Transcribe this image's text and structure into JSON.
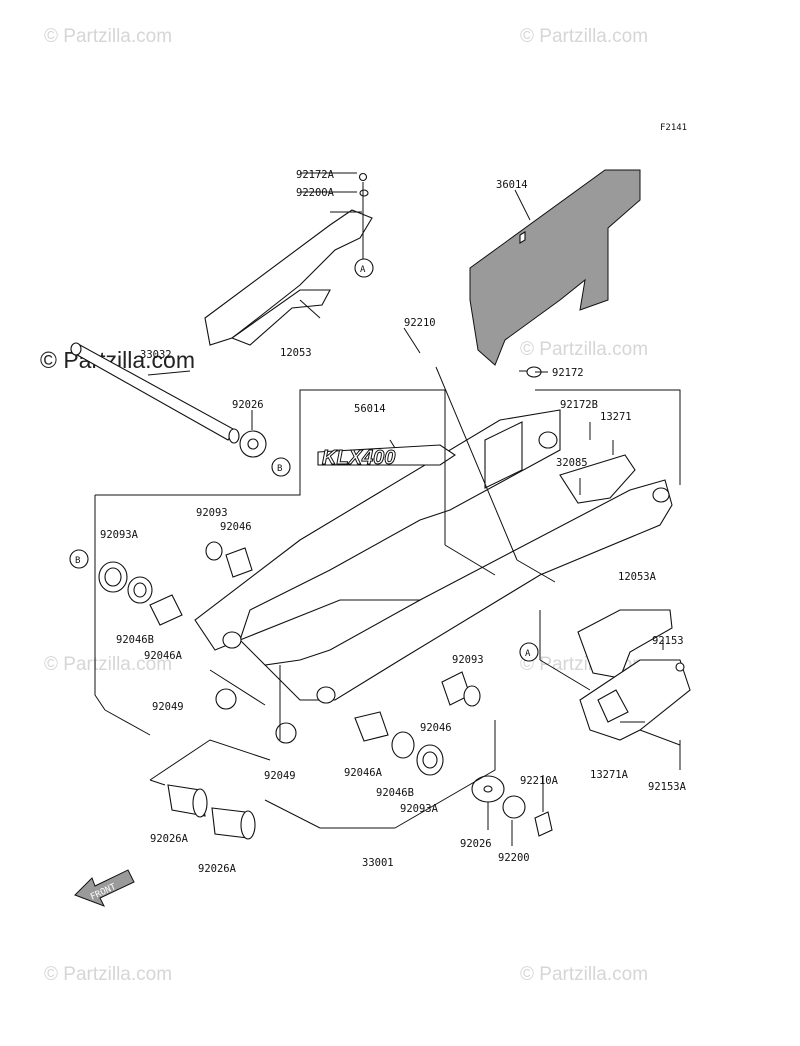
{
  "figure_code": "F2141",
  "watermarks": {
    "light": "© Partzilla.com",
    "dark": "© Partzilla.com"
  },
  "logo_text": "KLX400",
  "front_label": "FRONT",
  "callouts": {
    "a": "A",
    "b": "B"
  },
  "parts": {
    "p92172A": "92172A",
    "p92200A": "92200A",
    "p12053": "12053",
    "p36014": "36014",
    "p92210": "92210",
    "p92172": "92172",
    "p33032": "33032",
    "p92026_top": "92026",
    "p56014": "56014",
    "p92172B": "92172B",
    "p13271": "13271",
    "p32085": "32085",
    "p92093_top": "92093",
    "p92046_top": "92046",
    "p92093A_left": "92093A",
    "p92046B_left": "92046B",
    "p92046A_left": "92046A",
    "p12053A": "12053A",
    "p92153": "92153",
    "p92049_left": "92049",
    "p92049_mid": "92049",
    "p92093_mid": "92093",
    "p92046_mid": "92046",
    "p92046A_mid": "92046A",
    "p92046B_mid": "92046B",
    "p92093A_mid": "92093A",
    "p92210A": "92210A",
    "p13271A": "13271A",
    "p92153A": "92153A",
    "p92026A_1": "92026A",
    "p92026A_2": "92026A",
    "p33001": "33001",
    "p92026_bottom": "92026",
    "p92200": "92200"
  }
}
